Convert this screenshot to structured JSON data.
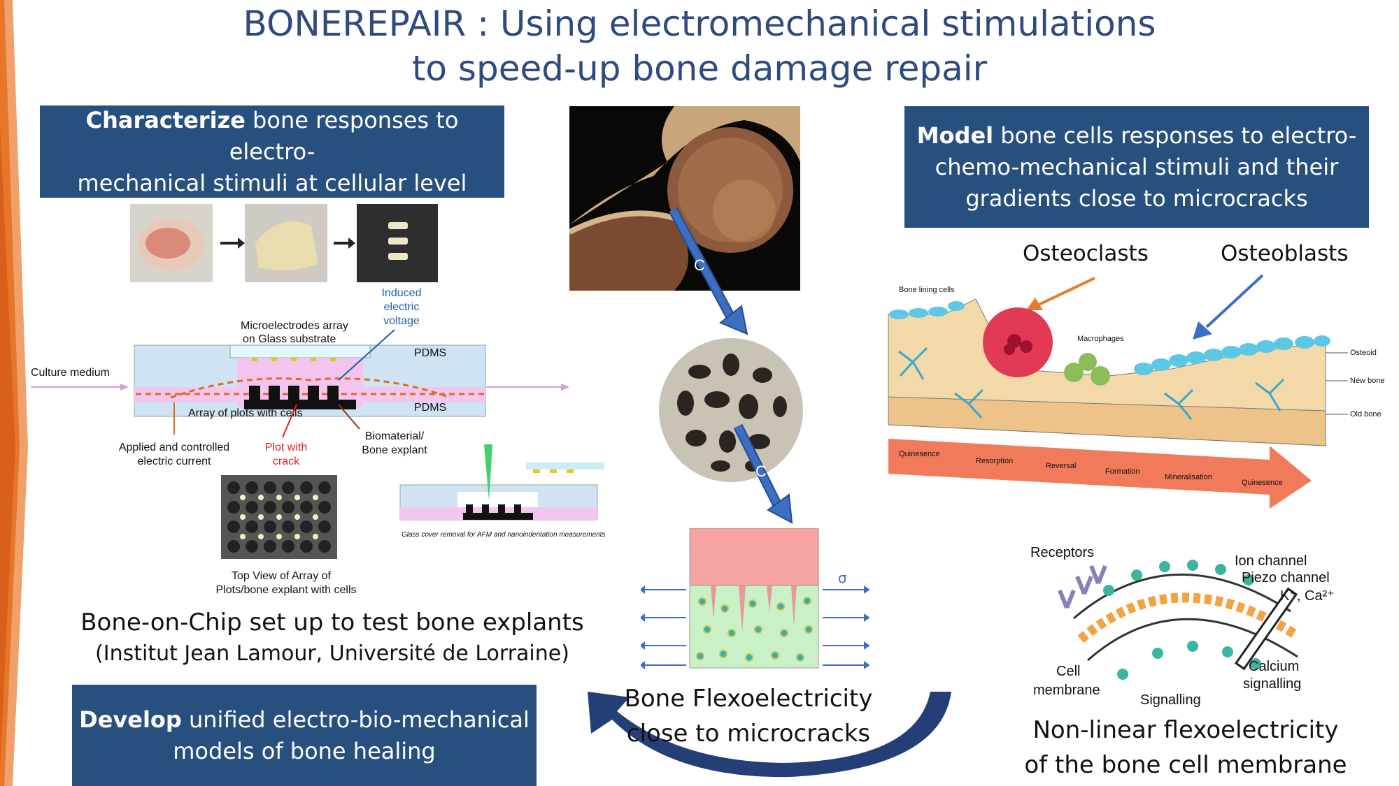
{
  "title": {
    "line1": "BONEREPAIR : Using electromechanical stimulations",
    "line2": "to speed-up bone damage repair"
  },
  "box_characterize": {
    "bold": "Characterize",
    "line1_rest": " bone responses to electro-",
    "line2": "mechanical stimuli at cellular level"
  },
  "box_model": {
    "bold": "Model",
    "line1_rest": " bone cells responses to electro-",
    "line2": "chemo-mechanical stimuli and their",
    "line3": "gradients close to microcracks"
  },
  "box_develop": {
    "bold": "Develop",
    "line1_rest": " unified electro-bio-mechanical",
    "line2": "models of bone healing"
  },
  "chip": {
    "induced_voltage": [
      "Induced",
      "electric",
      "voltage"
    ],
    "microelectrodes": [
      "Microelectrodes array",
      "on Glass substrate"
    ],
    "pdms_top": "PDMS",
    "pdms_bottom": "PDMS",
    "culture_medium": "Culture medium",
    "array_plots": "Array of plots with cells",
    "applied_current": [
      "Applied and controlled",
      "electric current"
    ],
    "plot_crack": [
      "Plot with",
      "crack"
    ],
    "biomaterial": [
      "Biomaterial/",
      "Bone explant"
    ],
    "top_view": [
      "Top View of Array of",
      "Plots/bone explant with cells"
    ],
    "glass_cover": "Glass cover removal for AFM and nanoindentation measurements"
  },
  "caption_chip": {
    "line1": "Bone-on-Chip set up to test bone explants",
    "line2": "(Institut Jean Lamour, Université de Lorraine)"
  },
  "flexo": {
    "sigma": "σ",
    "caption_line1": "Bone Flexoelectricity",
    "caption_line2": "close to microcracks"
  },
  "remodeling": {
    "osteoclasts": "Osteoclasts",
    "osteoblasts": "Osteoblasts",
    "bone_lining": "Bone lining cells",
    "macrophages": "Macrophages",
    "osteoid": "Osteoid",
    "new_bone": "New bone",
    "old_bone": "Old bone",
    "phases": [
      "Quinesence",
      "Resorption",
      "Reversal",
      "Formation",
      "Mineralisation",
      "Quinesence"
    ]
  },
  "membrane": {
    "receptors": "Receptors",
    "ion_channel": "Ion channel",
    "piezo": "Piezo channel",
    "ions": "K⁺, Ca²⁺",
    "cell_membrane": [
      "Cell",
      "membrane"
    ],
    "calcium": [
      "Calcium",
      "signalling"
    ],
    "signalling": "Signalling",
    "caption_line1": "Non-linear flexoelectricity",
    "caption_line2": "of the bone cell membrane"
  },
  "colors": {
    "title": "#2f4a7e",
    "box": "#28507f",
    "arrow_blue": "#3a6fc4",
    "accent_orange": "#e06a1e"
  }
}
